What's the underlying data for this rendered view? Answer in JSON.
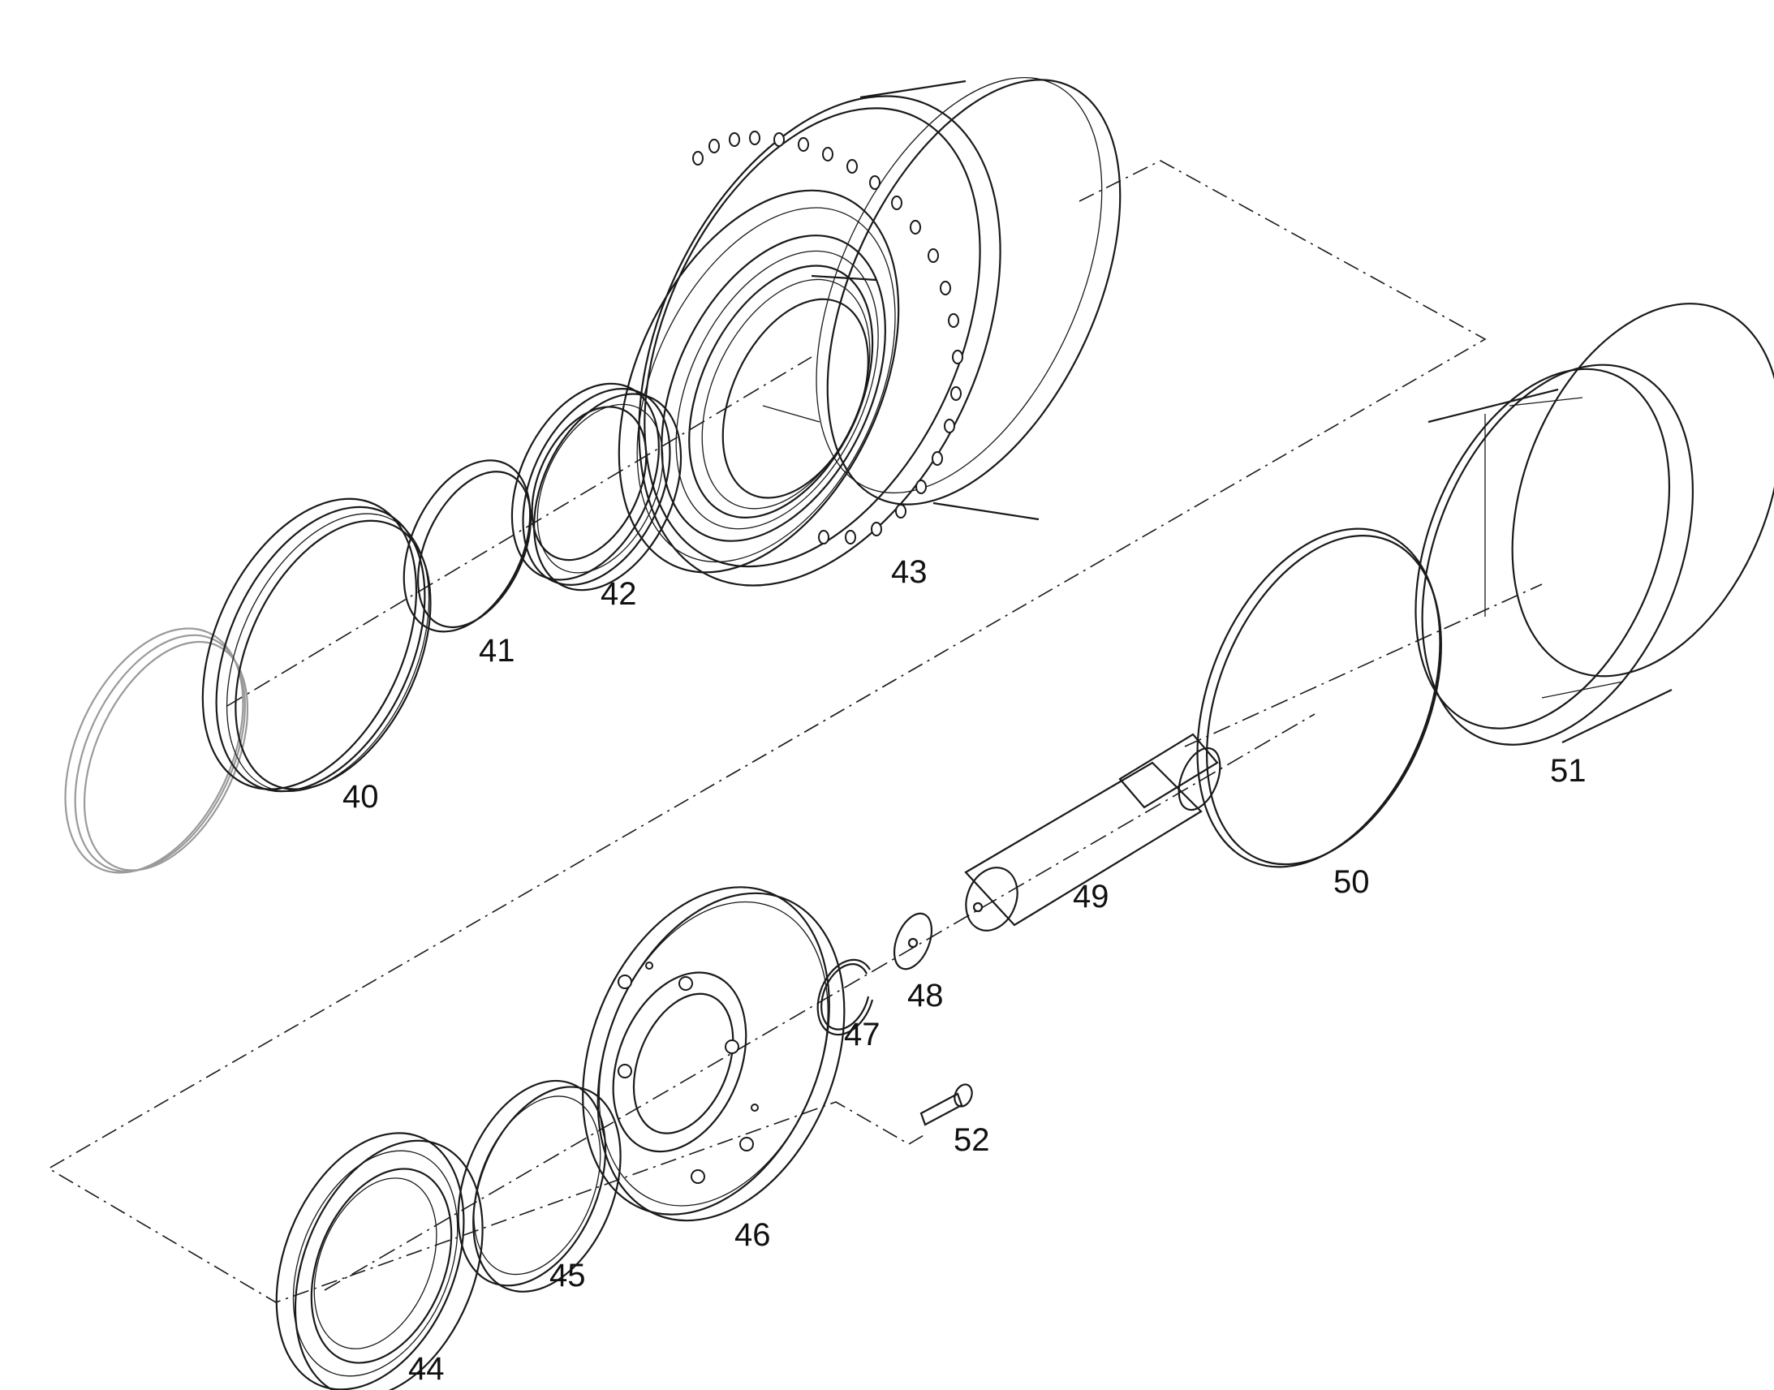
{
  "callouts": {
    "c40": "40",
    "c41": "41",
    "c42": "42",
    "c43": "43",
    "c44": "44",
    "c45": "45",
    "c46": "46",
    "c47": "47",
    "c48": "48",
    "c49": "49",
    "c50": "50",
    "c51": "51",
    "c52": "52"
  },
  "colors": {
    "line": "#1a1a1a",
    "ghost_part": "#9a9a9a",
    "background": "#ffffff"
  }
}
